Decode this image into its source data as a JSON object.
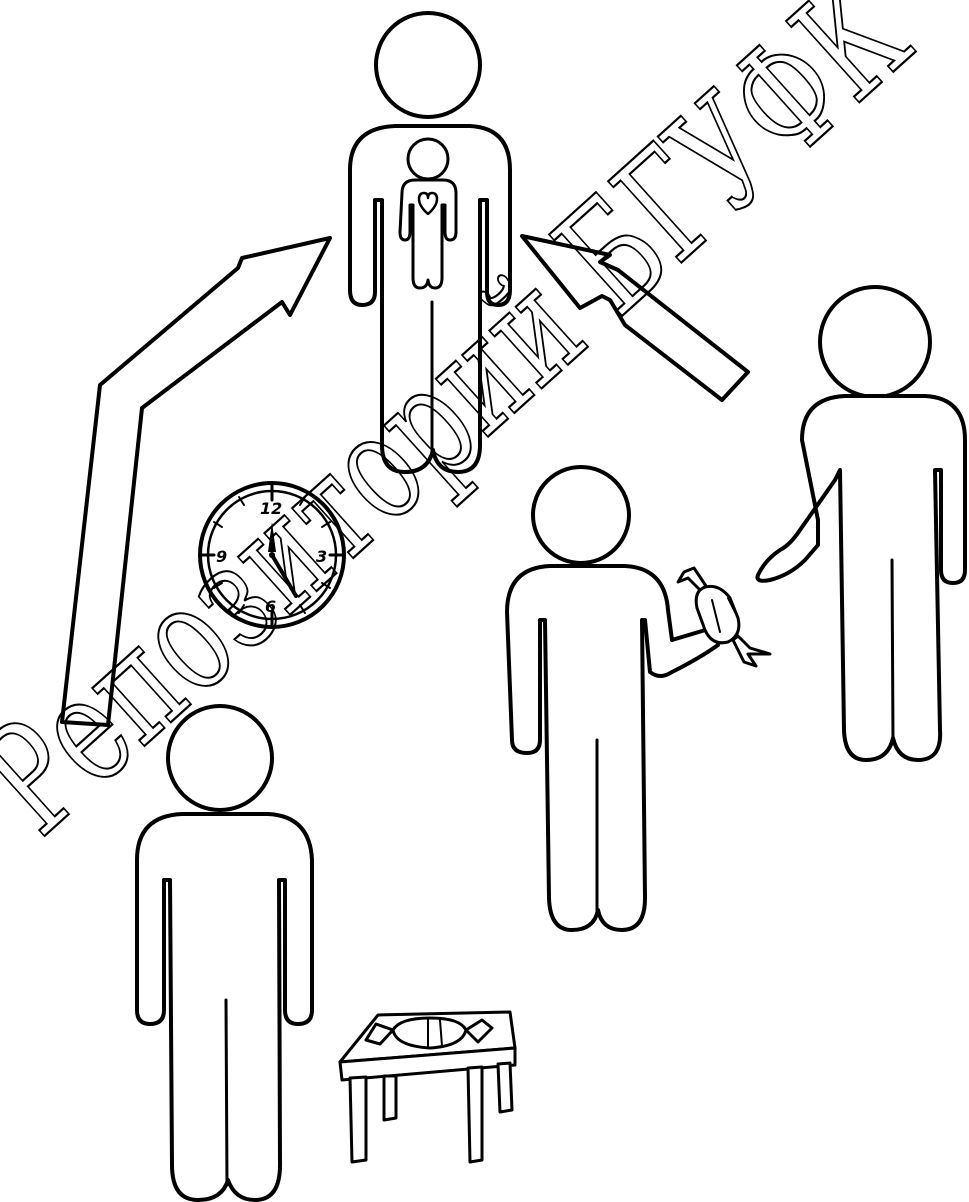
{
  "watermark": {
    "text": "Репозиторий БГУФК"
  },
  "clock": {
    "numerals": [
      "12",
      "3",
      "6",
      "9"
    ]
  },
  "colors": {
    "ink": "#000000",
    "paper": "#ffffff"
  },
  "figures": [
    {
      "name": "central-person-with-inner-child-heart"
    },
    {
      "name": "person-bottom-left"
    },
    {
      "name": "person-holding-candy"
    },
    {
      "name": "person-receiving-right"
    }
  ],
  "objects": [
    "clock",
    "candy-in-hand",
    "table-with-candy",
    "arrow-left-up",
    "arrow-right-up"
  ]
}
